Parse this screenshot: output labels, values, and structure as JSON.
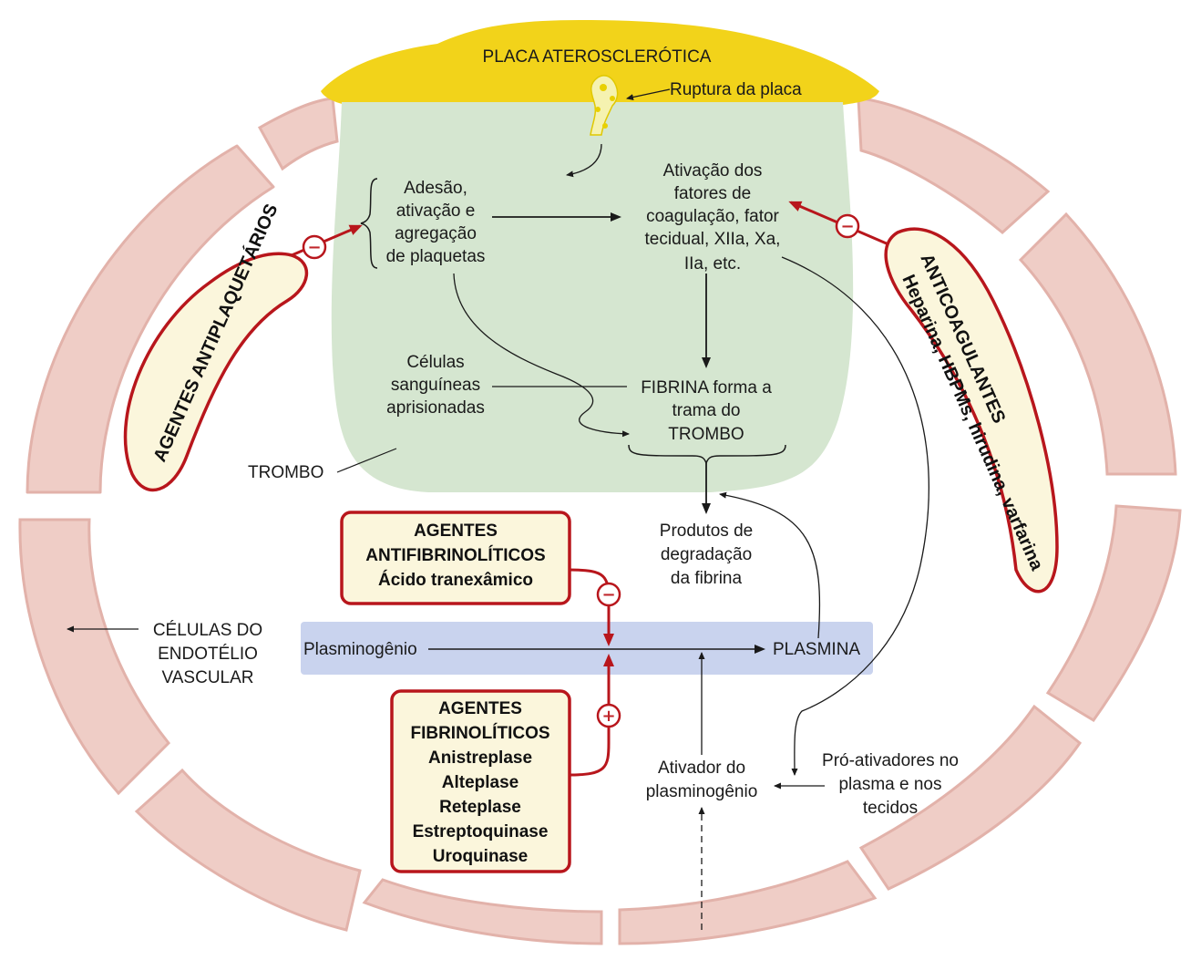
{
  "plaque": {
    "title": "PLACA ATEROSCLERÓTICA",
    "rupture": "Ruptura da placa"
  },
  "thrombus": {
    "adhesion": [
      "Adesão,",
      "ativação e",
      "agregação",
      "de plaquetas"
    ],
    "coag": [
      "Ativação dos",
      "fatores de",
      "coagulação, fator",
      "tecidual, XIIa, Xa,",
      "IIa, etc."
    ],
    "cells": [
      "Células",
      "sanguíneas",
      "aprisionadas"
    ],
    "fibrin": [
      "FIBRINA forma a",
      "trama do",
      "TROMBO"
    ],
    "label": "TROMBO"
  },
  "antiplatelet": {
    "title": "AGENTES ANTIPLAQUETÁRIOS",
    "sign": "−"
  },
  "anticoag": {
    "title": "ANTICOAGULANTES",
    "drugs": "Heparina, HBPMs, hirudina, varfarina",
    "sign": "−"
  },
  "degradation": [
    "Produtos de",
    "degradação",
    "da fibrina"
  ],
  "antifibrinolytic": {
    "lines": [
      "AGENTES",
      "ANTIFIBRINOLÍTICOS",
      "Ácido tranexâmico"
    ],
    "sign": "−"
  },
  "fibrinolytic": {
    "lines": [
      "AGENTES",
      "FIBRINOLÍTICOS",
      "Anistreplase",
      "Alteplase",
      "Reteplase",
      "Estreptoquinase",
      "Uroquinase"
    ],
    "sign": "+"
  },
  "plasmin_band": {
    "plasminogen": "Plasminogênio",
    "plasmin": "PLASMINA"
  },
  "endothelium": [
    "CÉLULAS DO",
    "ENDOTÉLIO",
    "VASCULAR"
  ],
  "activator": [
    "Ativador do",
    "plasminogênio"
  ],
  "proactivators": [
    "Pró-ativadores no",
    "plasma e nos",
    "tecidos"
  ],
  "colors": {
    "plaque": "#f2d31a",
    "thrombus": "#d5e6d0",
    "endothelial_cell": "#efcdc6",
    "endothelial_cell_edge": "#e2b2aa",
    "band": "#c9d3ee",
    "box_fill": "#fbf6dc",
    "accent_red": "#b8161c"
  }
}
